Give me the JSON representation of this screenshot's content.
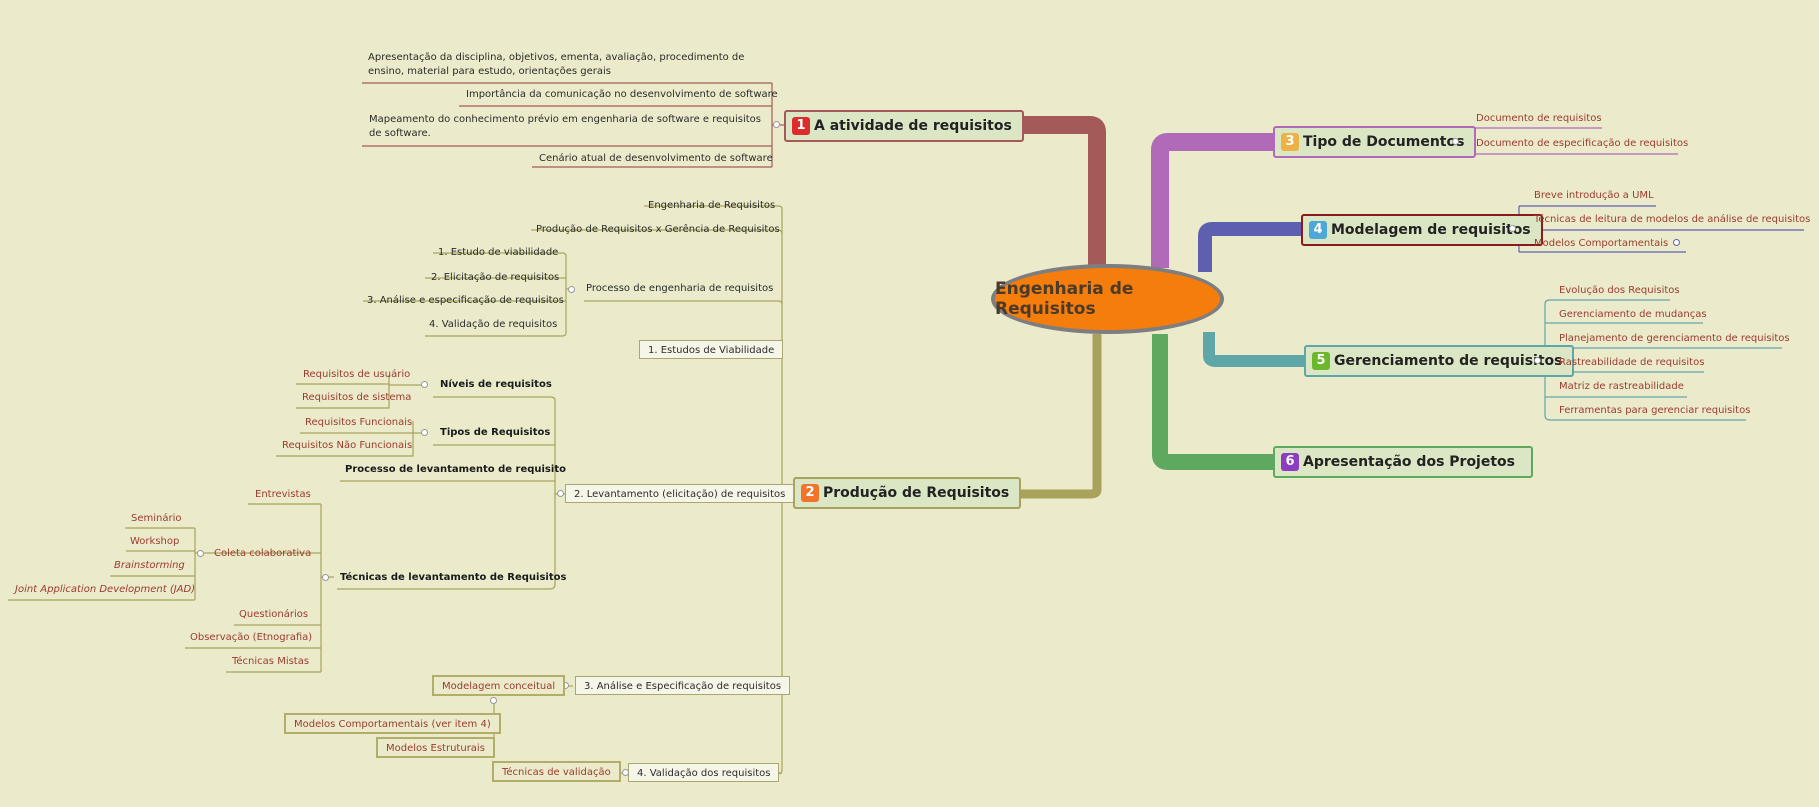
{
  "central": "Engenharia de Requisitos",
  "colors": {
    "accent": "#f47d0c",
    "background": "#ebebcb",
    "topic1": "#a55a5a",
    "topic2": "#a8a25c",
    "topic3": "#b06ab7",
    "topic4": "#5f5fb0",
    "topic5": "#5fa6a8",
    "topic6": "#5fa85f"
  },
  "topic1": {
    "number": "1",
    "title": "A atividade de requisitos",
    "items": [
      "Apresentação da disciplina, objetivos, ementa, avaliação, procedimento de ensino, material para estudo,  orientações gerais",
      "Importância da comunicação no desenvolvimento de software",
      "Mapeamento do conhecimento prévio em engenharia de software e requisitos de software.",
      "Cenário atual de desenvolvimento de software"
    ]
  },
  "topic2": {
    "number": "2",
    "title": "Produção de Requisitos",
    "eng_req": "Engenharia de Requisitos",
    "prod_ger": "Produção de Requisitos x Gerência de Requisitos",
    "processo": {
      "title": "Processo de engenharia de requisitos",
      "items": [
        "1. Estudo de viabilidade",
        "2. Elicitação de requisitos",
        "3. Análise e especificação de requisitos",
        "4. Validação de requisitos"
      ]
    },
    "estudos": "1. Estudos de Viabilidade",
    "levantamento": {
      "title": "2. Levantamento (elicitação) de requisitos",
      "niveis": {
        "title": "Níveis de requisitos",
        "items": [
          "Requisitos de usuário",
          "Requisitos de sistema"
        ]
      },
      "tipos": {
        "title": "Tipos de Requisitos",
        "items": [
          "Requisitos Funcionais",
          "Requisitos Não Funcionais"
        ]
      },
      "processo_lev": "Processo de levantamento de requisito",
      "tecnicas": {
        "title": "Técnicas de levantamento de Requisitos",
        "entrevistas": "Entrevistas",
        "coleta": {
          "title": "Coleta colaborativa",
          "items": [
            "Seminário",
            "Workshop",
            "Brainstorming",
            "Joint Application Development (JAD)"
          ]
        },
        "questionarios": "Questionários",
        "observacao": "Observação (Etnografia)",
        "mistas": "Técnicas Mistas"
      }
    },
    "analise": {
      "title": "3. Análise e Especificação de requisitos",
      "conceitual": "Modelagem conceitual",
      "comportamentais": "Modelos Comportamentais (ver item 4)",
      "estruturais": "Modelos Estruturais"
    },
    "validacao": {
      "title": "4.  Validação dos requisitos",
      "tecnicas": "Técnicas de validação"
    }
  },
  "topic3": {
    "number": "3",
    "title": "Tipo de Documentos",
    "items": [
      "Documento de requisitos",
      "Documento de especificação de requisitos"
    ]
  },
  "topic4": {
    "number": "4",
    "title": "Modelagem de requisitos",
    "items": [
      "Breve introdução a UML",
      "Técnicas de leitura de modelos de análise de requisitos",
      "Modelos Comportamentais"
    ]
  },
  "topic5": {
    "number": "5",
    "title": "Gerenciamento de requisitos",
    "items": [
      "Evolução dos Requisitos",
      "Gerenciamento de mudanças",
      "Planejamento de gerenciamento de requisitos",
      "Rastreabilidade de requisitos",
      "Matriz de rastreabilidade",
      "Ferramentas para gerenciar requisitos"
    ]
  },
  "topic6": {
    "number": "6",
    "title": "Apresentação dos Projetos"
  }
}
